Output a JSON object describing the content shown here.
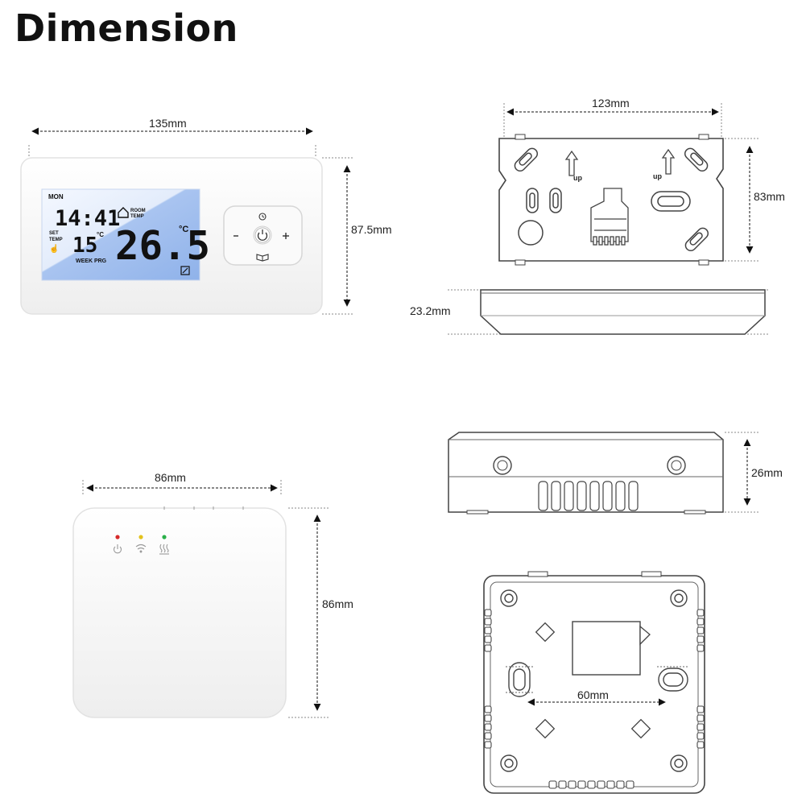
{
  "title": "Dimension",
  "thermostat": {
    "width_label": "135mm",
    "height_label": "87.5mm",
    "lcd": {
      "day": "MON",
      "time": "14:41",
      "set_label_1": "SET",
      "set_label_2": "TEMP",
      "set_temp": "15",
      "set_unit": "°C",
      "room_label_1": "ROOM",
      "room_label_2": "TEMP",
      "room_temp": "26.5",
      "room_unit": "°C",
      "program": "WEEK PRG"
    }
  },
  "backplate": {
    "width_label": "123mm",
    "height_label": "83mm",
    "depth_label": "23.2mm",
    "up_label_left": "up",
    "up_label_right": "up"
  },
  "receiver": {
    "width_label": "86mm",
    "height_label": "86mm",
    "leds": [
      {
        "color": "#d62b2b",
        "icon": "power-icon"
      },
      {
        "color": "#e3c21d",
        "icon": "wifi-icon"
      },
      {
        "color": "#2bb04a",
        "icon": "heating-icon"
      }
    ]
  },
  "receiver_side": {
    "depth_label": "26mm"
  },
  "receiver_back": {
    "hole_spacing_label": "60mm"
  }
}
